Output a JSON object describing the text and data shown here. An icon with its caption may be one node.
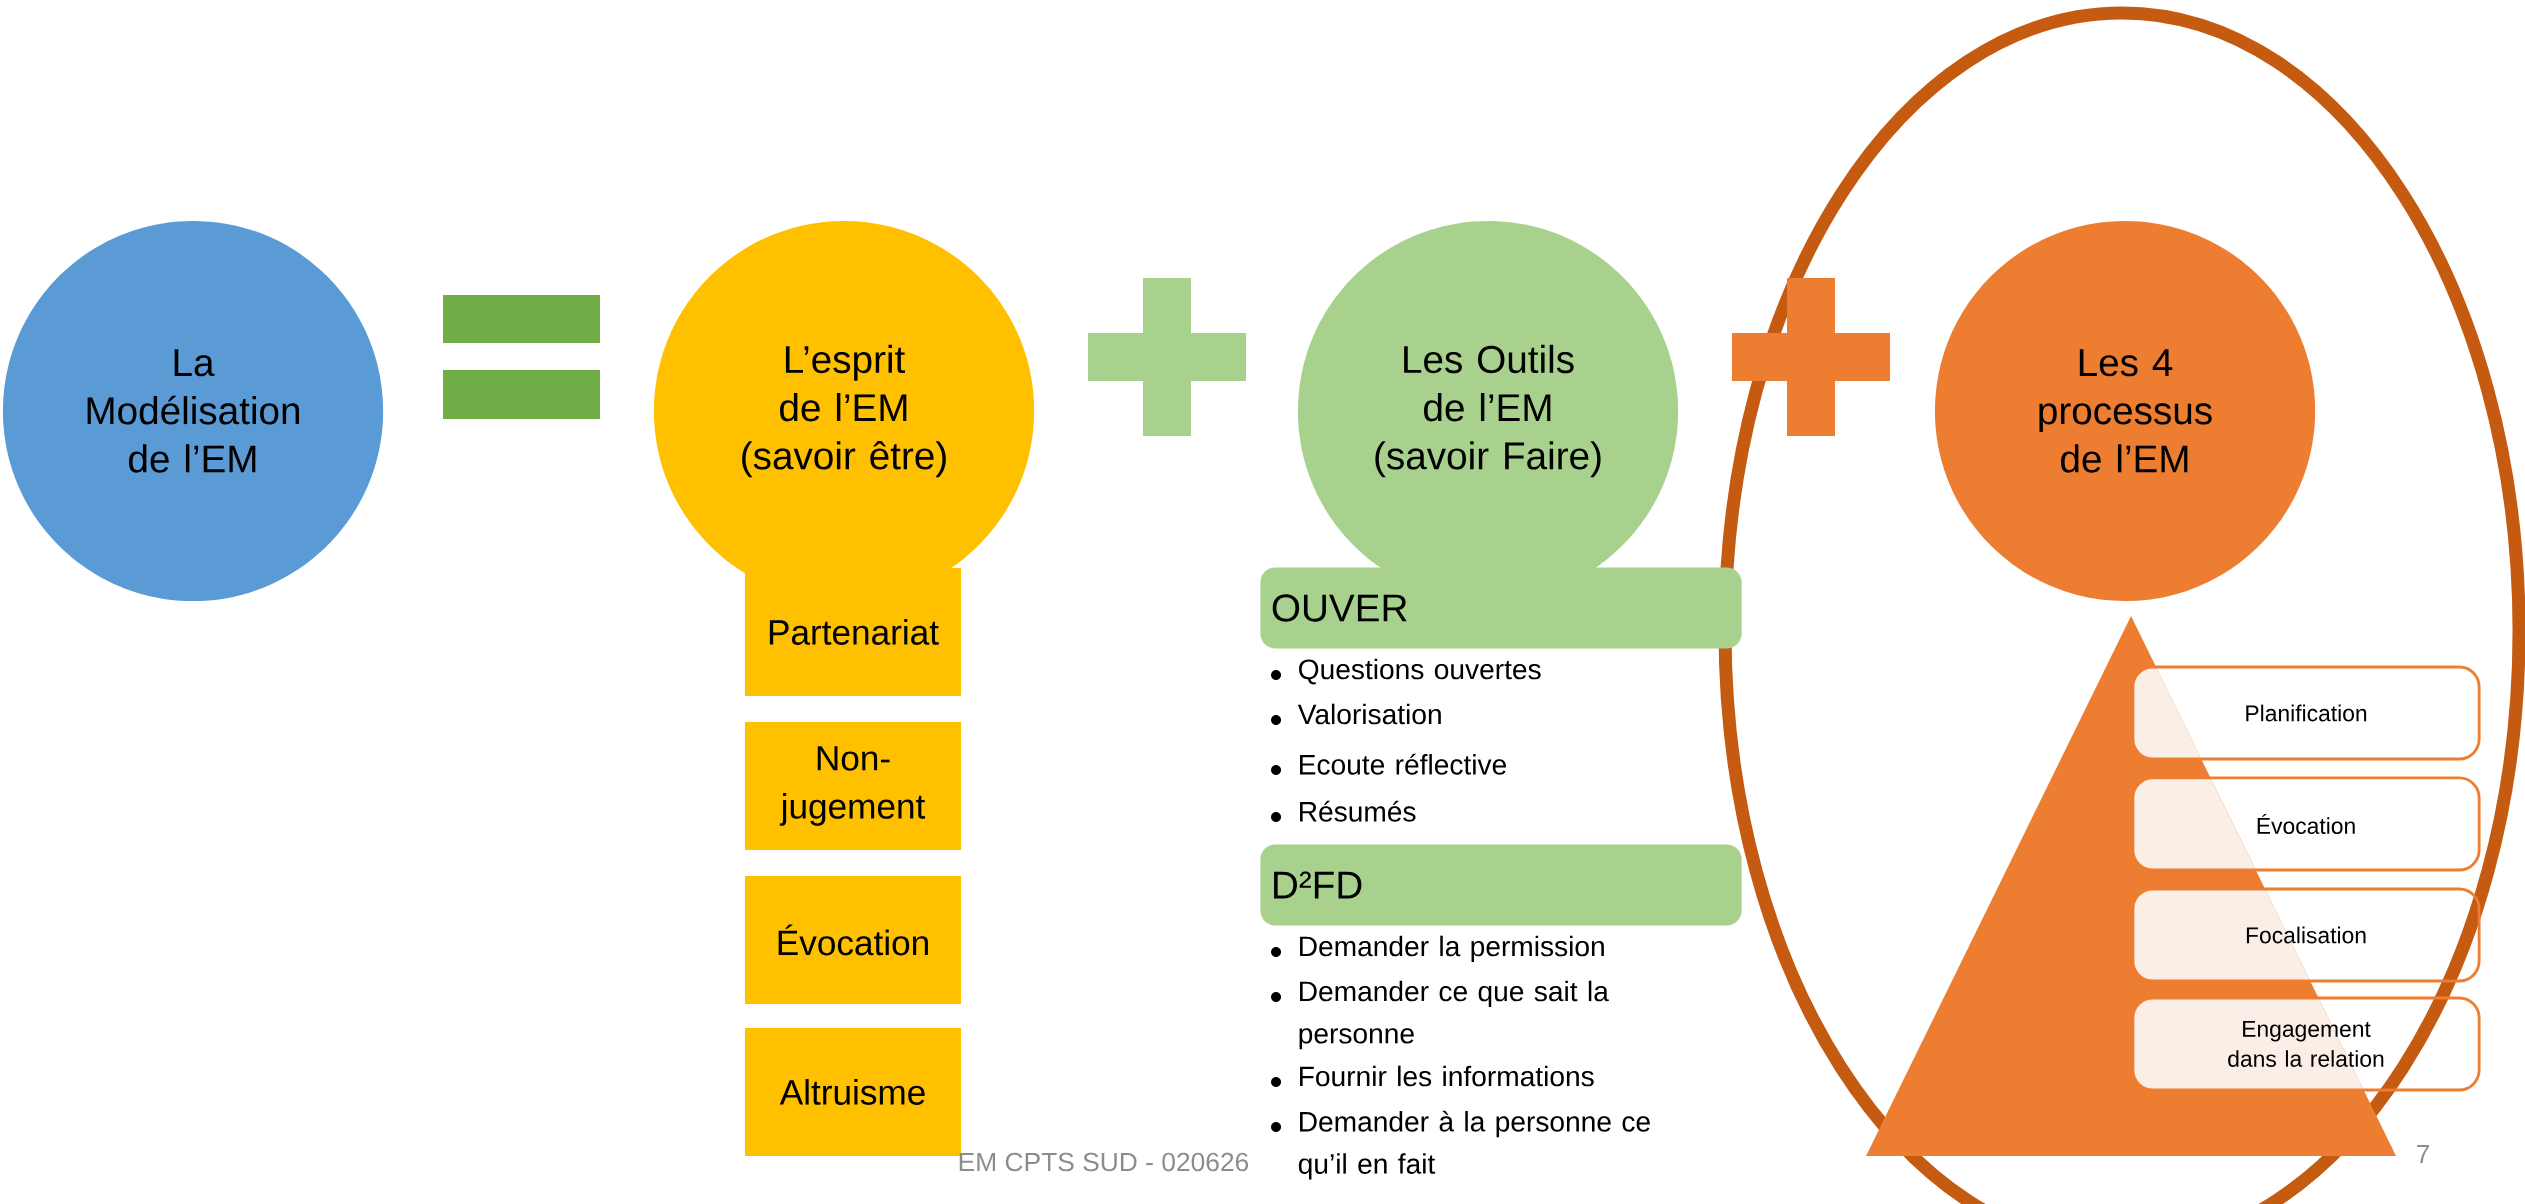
{
  "diagram": {
    "nodes": [
      {
        "text": [
          "La Modélisation de l’EM"
        ]
      },
      {
        "text": [
          "L’esprit de l’EM (savoir être)"
        ]
      },
      {
        "text": [
          "Les Outils de l’EM (savoir Faire)"
        ]
      },
      {
        "text": [
          "Les 4 processus de l’EM"
        ]
      },
      {
        "text": [
          "Partenariat"
        ]
      },
      {
        "text": [
          "Non-jugement"
        ]
      },
      {
        "text": [
          "Évocation"
        ]
      },
      {
        "text": [
          "Altruisme"
        ]
      },
      {
        "text": [
          "OUVER"
        ],
        "beside": [
          "Questions ouvertes",
          "Valorisation",
          "Ecoute réflective",
          "Résumés"
        ]
      },
      {
        "text": [
          "D²FD"
        ],
        "beside": [
          "Demander la permission",
          "Demander ce que sait la personne",
          "Fournir les informations",
          "Demander à la personne ce qu’il en fait"
        ]
      },
      {
        "text": [],
        "shape": "triangle"
      },
      {
        "text": [
          "Planification"
        ]
      },
      {
        "text": [
          "Évocation"
        ]
      },
      {
        "text": [
          "Focalisation"
        ]
      },
      {
        "text": [
          "Engagement dans la relation"
        ]
      }
    ],
    "labels": [
      "EM CPTS SUD - 020626",
      "7"
    ]
  }
}
